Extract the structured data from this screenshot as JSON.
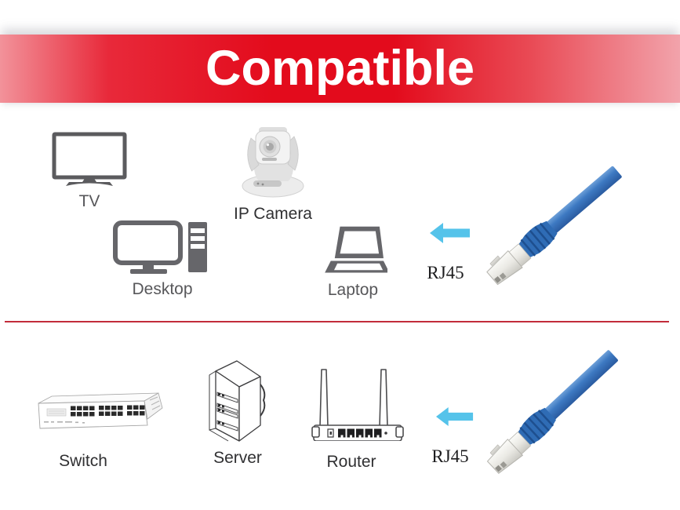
{
  "banner": {
    "title": "Compatible",
    "text_color": "#ffffff",
    "color_center": "#e30b1c",
    "color_edges": "#f2a0a8"
  },
  "sections": {
    "top": {
      "devices": [
        {
          "name": "tv",
          "label": "TV"
        },
        {
          "name": "ip-camera",
          "label": "IP Camera"
        },
        {
          "name": "desktop",
          "label": "Desktop"
        },
        {
          "name": "laptop",
          "label": "Laptop"
        }
      ],
      "cable_label": "RJ45"
    },
    "bottom": {
      "devices": [
        {
          "name": "switch",
          "label": "Switch"
        },
        {
          "name": "server",
          "label": "Server"
        },
        {
          "name": "router",
          "label": "Router"
        }
      ],
      "cable_label": "RJ45"
    }
  },
  "icons": [
    "tv-icon",
    "ip-camera-icon",
    "desktop-icon",
    "laptop-icon",
    "switch-icon",
    "server-icon",
    "router-icon",
    "left-arrow-icon",
    "rj45-cable-icon"
  ],
  "colors": {
    "arrow_blue": "#55c3ea",
    "cable_blue": "#3a76c2",
    "divider_red": "#c22c3a",
    "icon_gray": "#66666a",
    "label_gray": "#57575a",
    "label_dark": "#303032"
  }
}
